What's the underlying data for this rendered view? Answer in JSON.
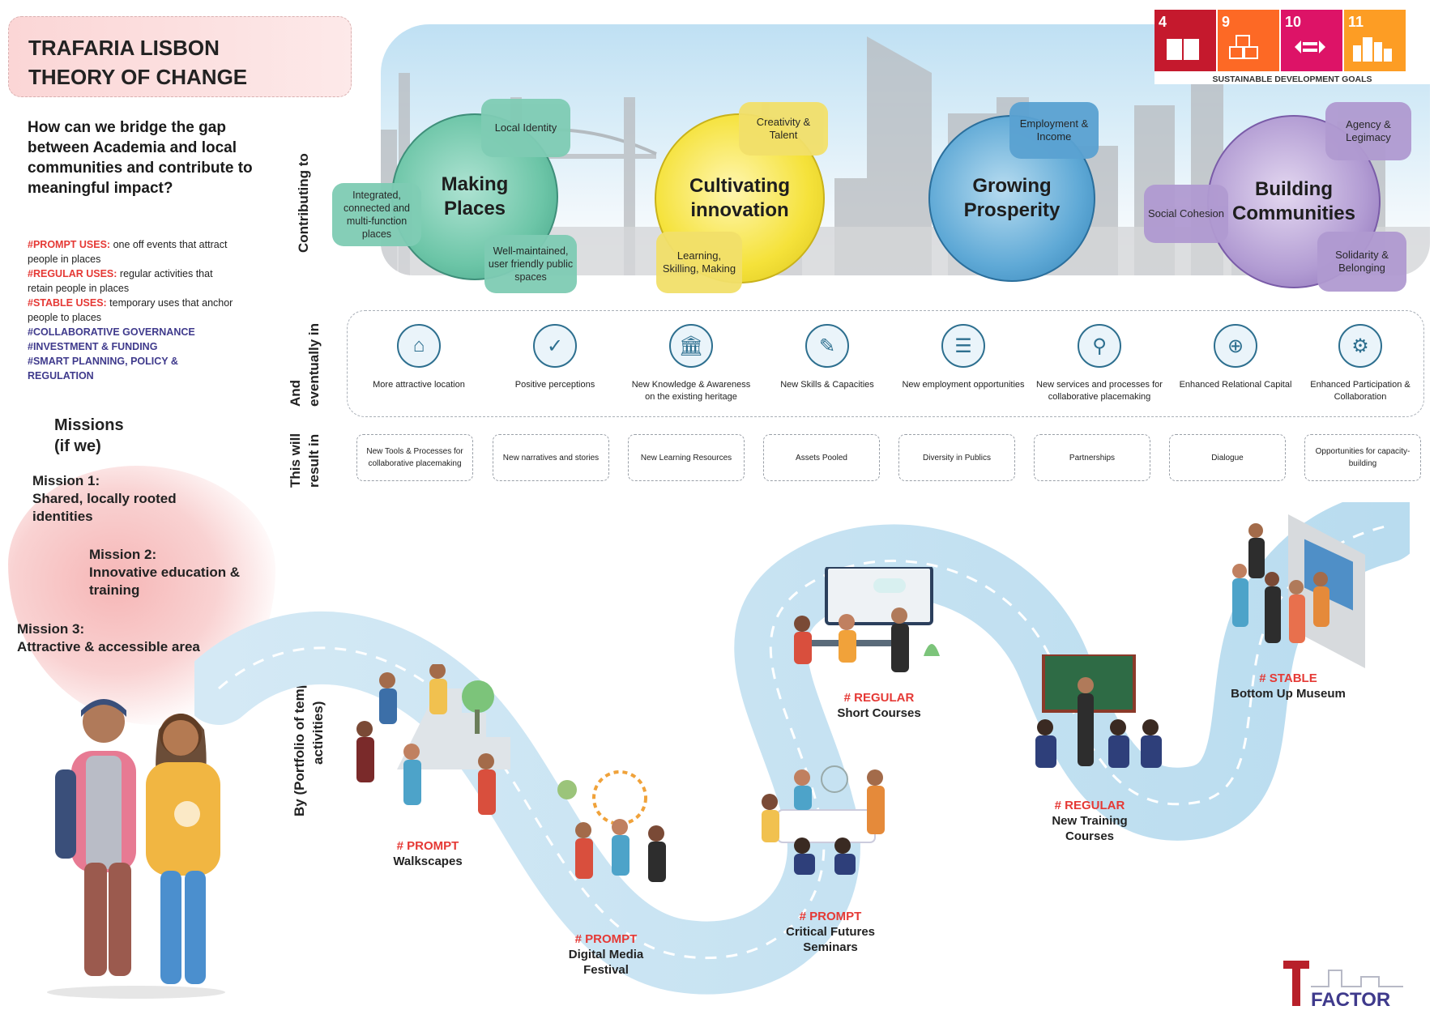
{
  "title": {
    "line1": "TRAFARIA LISBON",
    "line2": "THEORY OF CHANGE"
  },
  "question": "How can we bridge the gap between Academia and local communities and contribute to meaningful impact?",
  "uses": [
    {
      "tag": "#PROMPT USES:",
      "text": " one off events that attract people in places",
      "color": "red"
    },
    {
      "tag": "#REGULAR USES:",
      "text": " regular activities that retain people in places",
      "color": "red"
    },
    {
      "tag": "#STABLE USES:",
      "text": " temporary uses that anchor people to places",
      "color": "red"
    },
    {
      "tag": "#COLLABORATIVE GOVERNANCE",
      "text": "",
      "color": "blue"
    },
    {
      "tag": "#INVESTMENT & FUNDING",
      "text": "",
      "color": "blue"
    },
    {
      "tag": "#SMART PLANNING, POLICY & REGULATION",
      "text": "",
      "color": "blue"
    }
  ],
  "missions": {
    "title_line1": "Missions",
    "title_line2": "(if we)",
    "m1_head": "Mission 1:",
    "m1_body": "Shared, locally rooted identities",
    "m2_head": "Mission 2:",
    "m2_body": "Innovative education & training",
    "m3_head": "Mission 3:",
    "m3_body": "Attractive & accessible area"
  },
  "sdg": {
    "label": "SUSTAINABLE DEVELOPMENT GOALS",
    "goals": [
      {
        "num": "4",
        "name": "QUALITY EDUCATION",
        "color": "#c5192d"
      },
      {
        "num": "9",
        "name": "INDUSTRY, INNOVATION AND INFRASTRUCTURE",
        "color": "#fd6925"
      },
      {
        "num": "10",
        "name": "REDUCED INEQUALITIES",
        "color": "#dd1367"
      },
      {
        "num": "11",
        "name": "SUSTAINABLE CITIES AND COMMUNITIES",
        "color": "#fd9d24"
      }
    ]
  },
  "row_labels": {
    "contributing": "Contributing to",
    "eventually_1": "And",
    "eventually_2": "eventually in",
    "result_1": "This will",
    "result_2": "result in",
    "portfolio_1": "By (Portfolio of temporary",
    "portfolio_2": "activities)"
  },
  "impacts": {
    "making": {
      "title_1": "Making",
      "title_2": "Places",
      "b1": "Local Identity",
      "b2": "Integrated, connected and multi-function places",
      "b3": "Well-maintained, user friendly public spaces"
    },
    "cultivating": {
      "title_1": "Cultivating",
      "title_2": "innovation",
      "b1": "Creativity & Talent",
      "b2": "Learning, Skilling, Making"
    },
    "growing": {
      "title_1": "Growing",
      "title_2": "Prosperity",
      "b1": "Employment & Income"
    },
    "building": {
      "title_1": "Building",
      "title_2": "Communities",
      "b1": "Agency & Legimacy",
      "b2": "Social Cohesion",
      "b3": "Solidarity & Belonging"
    }
  },
  "colors": {
    "making": "#4fb99a",
    "cultivating": "#f5e23a",
    "growing": "#2f8fc4",
    "building": "#9a7dc0",
    "prompt": "#e53935",
    "regular_blue": "#3f3a8c"
  },
  "outcomes": [
    {
      "icon": "bench-icon",
      "label": "More attractive location"
    },
    {
      "icon": "head-check-icon",
      "label": "Positive perceptions"
    },
    {
      "icon": "museum-icon",
      "label": "New Knowledge & Awareness on the existing heritage"
    },
    {
      "icon": "hand-tools-icon",
      "label": "New Skills & Capacities"
    },
    {
      "icon": "cv-document-icon",
      "label": "New employment opportunities"
    },
    {
      "icon": "handshake-pin-icon",
      "label": "New services and processes for collaborative placemaking"
    },
    {
      "icon": "network-people-icon",
      "label": "Enhanced Relational Capital"
    },
    {
      "icon": "handshake-gear-icon",
      "label": "Enhanced Participation & Collaboration"
    }
  ],
  "results": [
    "New Tools & Processes for collaborative placemaking",
    "New narratives and stories",
    "New Learning Resources",
    "Assets Pooled",
    "Diversity in Publics",
    "Partnerships",
    "Dialogue",
    "Opportunities for capacity- building"
  ],
  "activities": {
    "walkscapes": {
      "tag": "# PROMPT",
      "name": "Walkscapes"
    },
    "digital": {
      "tag": "# PROMPT",
      "name_1": "Digital Media",
      "name_2": "Festival"
    },
    "critical": {
      "tag": "# PROMPT",
      "name_1": "Critical Futures",
      "name_2": "Seminars"
    },
    "short": {
      "tag": "# REGULAR",
      "name": "Short Courses"
    },
    "training": {
      "tag": "# REGULAR",
      "name_1": "New Training",
      "name_2": "Courses"
    },
    "museum": {
      "tag": "# STABLE",
      "name": "Bottom Up Museum"
    }
  },
  "logo": {
    "line1": "T",
    "line2": "FACTOR"
  }
}
